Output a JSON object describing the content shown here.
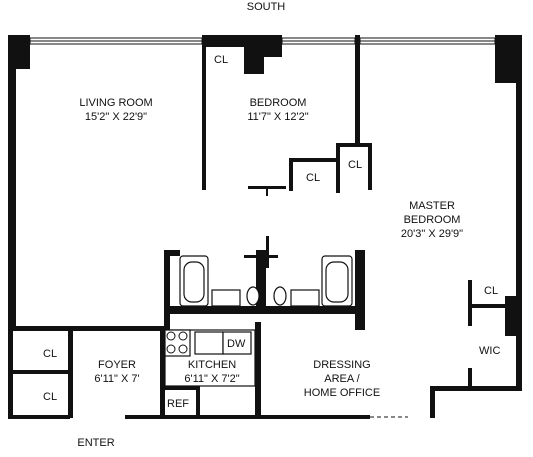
{
  "compass": "SOUTH",
  "entry": "ENTER",
  "rooms": {
    "living_room": {
      "name": "LIVING ROOM",
      "size": "15'2\" X 22'9\""
    },
    "bedroom": {
      "name": "BEDROOM",
      "size": "11'7\" X 12'2\""
    },
    "master_bedroom": {
      "name_line1": "MASTER",
      "name_line2": "BEDROOM",
      "size": "20'3\" X 29'9\""
    },
    "foyer": {
      "name": "FOYER",
      "size": "6'11\" X 7'"
    },
    "kitchen": {
      "name": "KITCHEN",
      "size": "6'11\" X 7'2\""
    },
    "dressing_area": {
      "line1": "DRESSING",
      "line2": "AREA /",
      "line3": "HOME OFFICE"
    }
  },
  "closets": {
    "closet_label": "CL",
    "walk_in_closet": "WIC"
  },
  "appliances": {
    "dishwasher": "DW",
    "refrigerator": "REF"
  },
  "colors": {
    "wall": "#111111",
    "window": "#111111",
    "background": "#ffffff"
  }
}
